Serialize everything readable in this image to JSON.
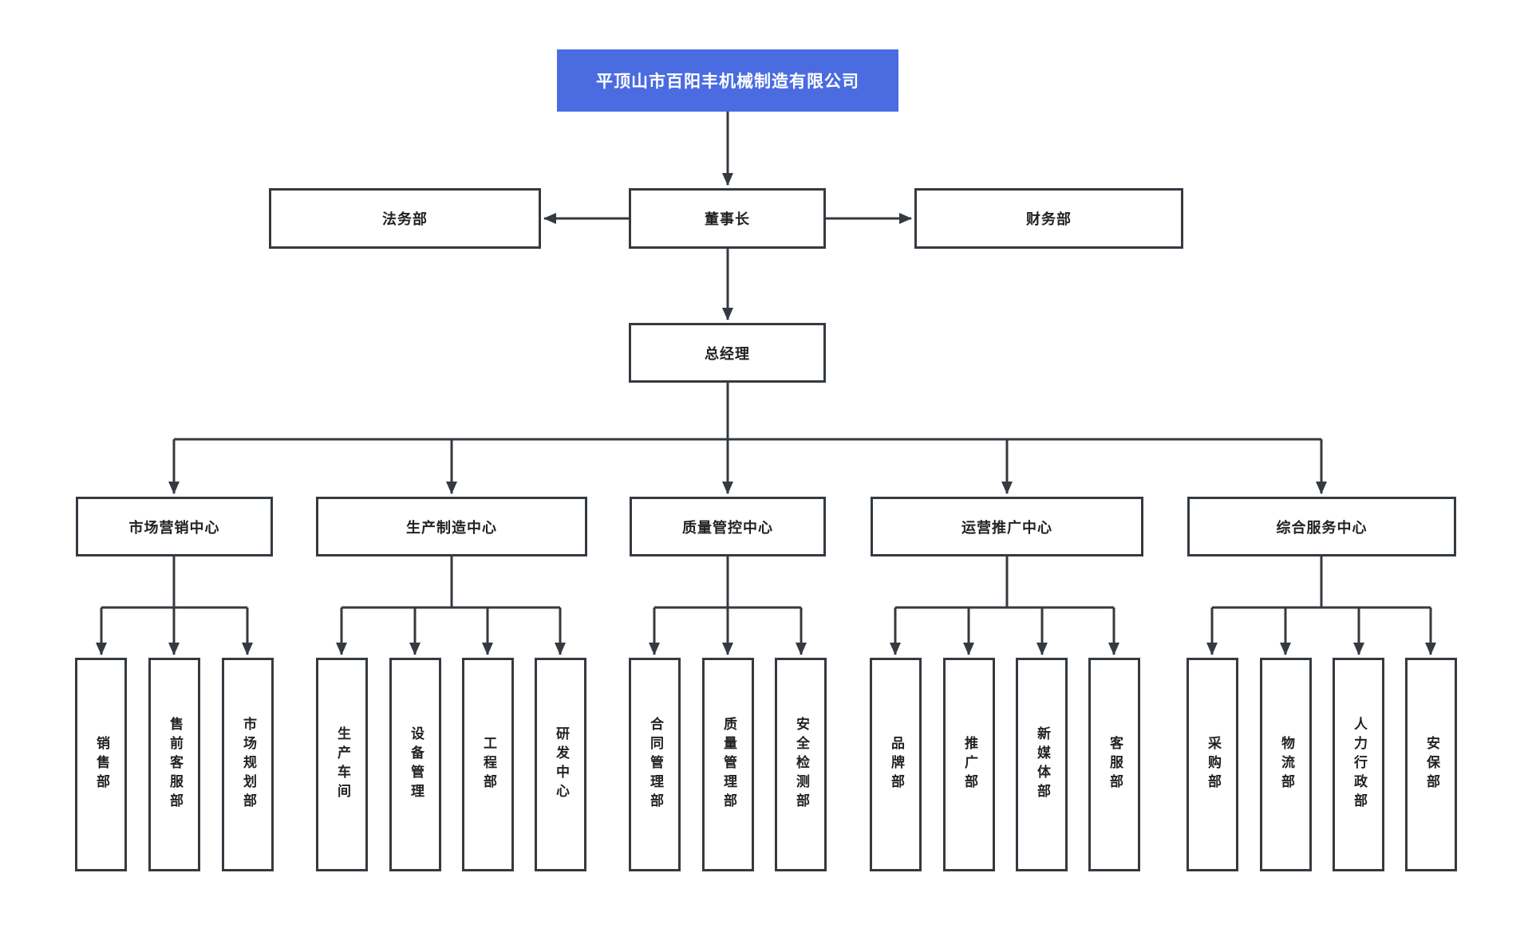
{
  "org_chart": {
    "company": {
      "label": "平顶山市百阳丰机械制造有限公司"
    },
    "board_row": {
      "legal": {
        "label": "法务部"
      },
      "chairman": {
        "label": "董事长"
      },
      "finance": {
        "label": "财务部"
      }
    },
    "general_manager": {
      "label": "总经理"
    },
    "centers": [
      {
        "label": "市场营销中心",
        "departments": [
          {
            "label": "销售部"
          },
          {
            "label": "售前客服部"
          },
          {
            "label": "市场规划部"
          }
        ]
      },
      {
        "label": "生产制造中心",
        "departments": [
          {
            "label": "生产车间"
          },
          {
            "label": "设备管理"
          },
          {
            "label": "工程部"
          },
          {
            "label": "研发中心"
          }
        ]
      },
      {
        "label": "质量管控中心",
        "departments": [
          {
            "label": "合同管理部"
          },
          {
            "label": "质量管理部"
          },
          {
            "label": "安全检测部"
          }
        ]
      },
      {
        "label": "运营推广中心",
        "departments": [
          {
            "label": "品牌部"
          },
          {
            "label": "推广部"
          },
          {
            "label": "新媒体部"
          },
          {
            "label": "客服部"
          }
        ]
      },
      {
        "label": "综合服务中心",
        "departments": [
          {
            "label": "采购部"
          },
          {
            "label": "物流部"
          },
          {
            "label": "人力行政部"
          },
          {
            "label": "安保部"
          }
        ]
      }
    ],
    "colors": {
      "company_box": "#4a6ce0",
      "company_text": "#ffffff",
      "connector_line": "#343a40",
      "node_border": "#343a40",
      "node_background": "#ffffff",
      "node_text": "#222222"
    }
  }
}
